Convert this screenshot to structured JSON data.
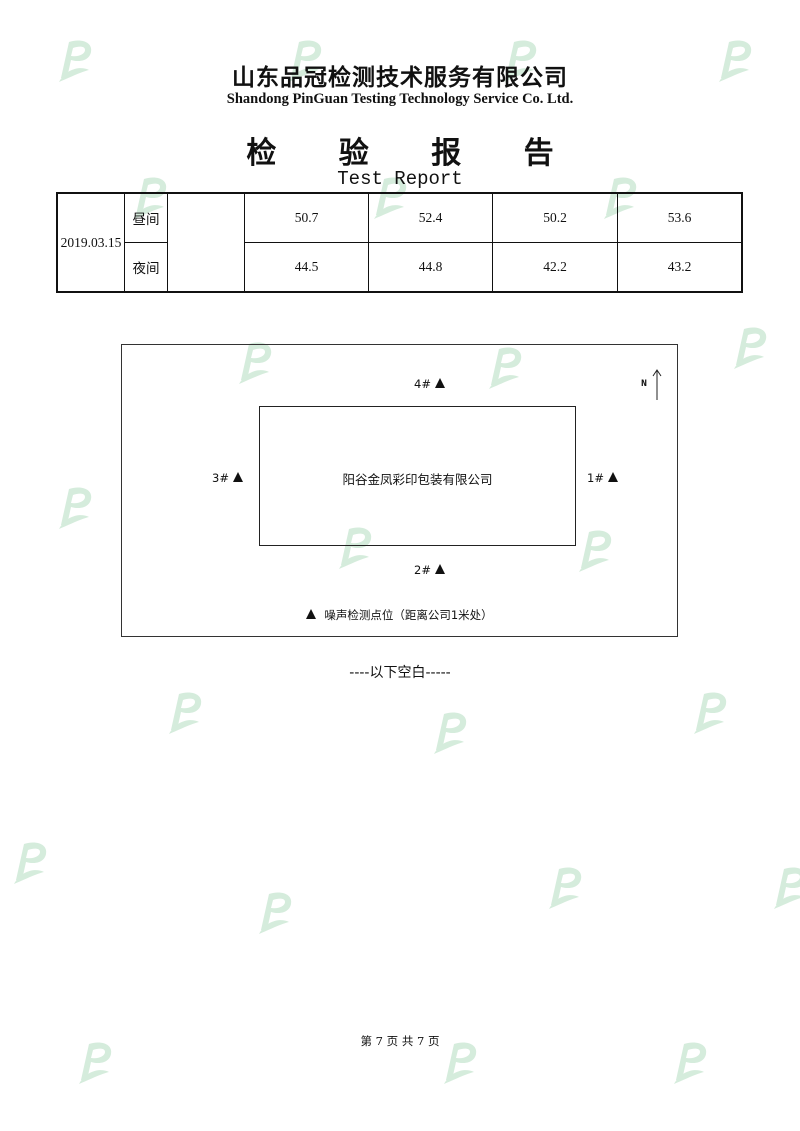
{
  "header": {
    "company_cn": "山东品冠检测技术服务有限公司",
    "company_en": "Shandong PinGuan Testing Technology Service Co. Ltd.",
    "title_cn": "检 验 报 告",
    "title_en": "Test Report"
  },
  "watermark": {
    "glyph": "P",
    "color": "#d5ecdc"
  },
  "table": {
    "date": "2019.03.15",
    "rows": [
      {
        "period": "昼间",
        "values": [
          "50.7",
          "52.4",
          "50.2",
          "53.6"
        ]
      },
      {
        "period": "夜间",
        "values": [
          "44.5",
          "44.8",
          "42.2",
          "43.2"
        ]
      }
    ]
  },
  "diagram": {
    "building": "阳谷金凤彩印包装有限公司",
    "points": {
      "p1": "1#",
      "p2": "2#",
      "p3": "3#",
      "p4": "4#"
    },
    "north": "N",
    "legend": "噪声检测点位（距离公司1米处）",
    "marker_icon": "triangle-icon"
  },
  "end_note": "----以下空白-----",
  "footer": {
    "page": "第 7 页 共 7 页"
  }
}
